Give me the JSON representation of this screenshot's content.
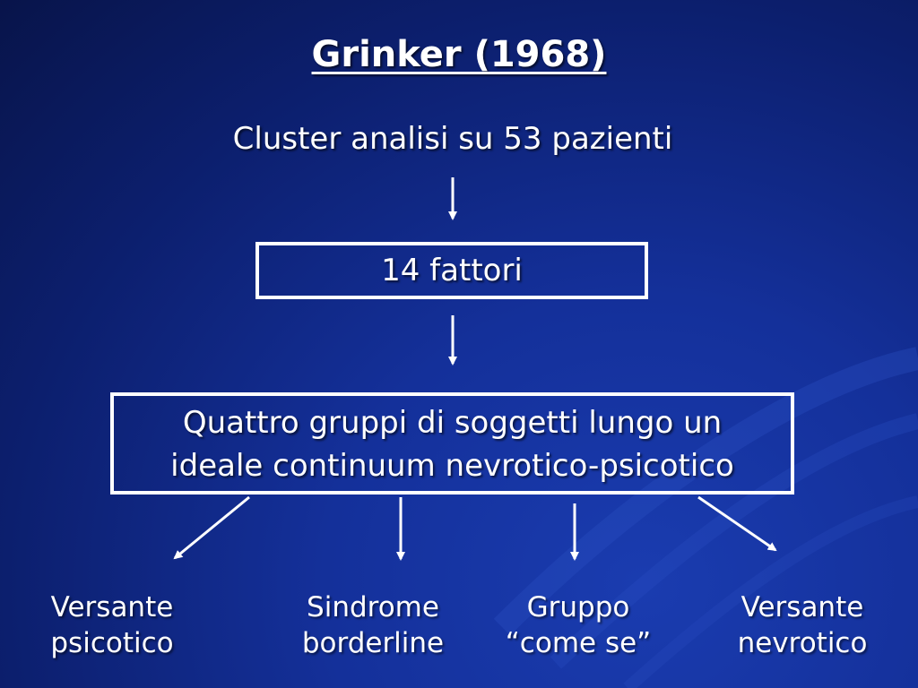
{
  "slide": {
    "title": "Grinker (1968)",
    "subtitle": "Cluster analisi su 53 pazienti",
    "box_factors": "14 fattori",
    "box_groups_line1": "Quattro gruppi di soggetti lungo un",
    "box_groups_line2": "ideale continuum nevrotico-psicotico",
    "outcomes": [
      {
        "line1": "Versante",
        "line2": "psicotico"
      },
      {
        "line1": "Sindrome",
        "line2": "borderline"
      },
      {
        "line1": "Gruppo",
        "line2": "“come se”"
      },
      {
        "line1": "Versante",
        "line2": "nevrotico"
      }
    ]
  },
  "colors": {
    "background": "#14309a",
    "text": "#ffffff",
    "lines": "#ffffff"
  }
}
